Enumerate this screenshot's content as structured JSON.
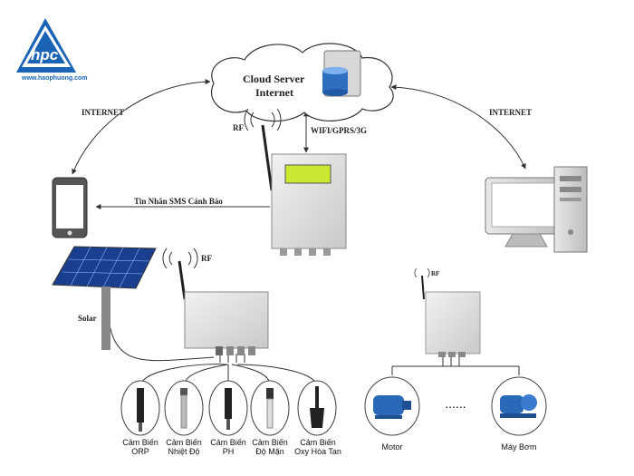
{
  "logo": {
    "mark": "hpc",
    "url": "www.haophuong.com",
    "color": "#1b64b5"
  },
  "cloud": {
    "line1": "Cloud Server",
    "line2": "Internet"
  },
  "links": {
    "internet_left": "INTERNET",
    "internet_right": "INTERNET",
    "wifi": "WIFI/GPRS/3G",
    "rf_main": "RF",
    "rf_node": "RF",
    "rf_pump": "RF",
    "sms": "Tin Nhắn SMS Cảnh Báo",
    "solar": "Solar"
  },
  "sensors": [
    {
      "line1": "Cảm Biến",
      "line2": "ORP"
    },
    {
      "line1": "Cảm Biến",
      "line2": "Nhiệt Độ"
    },
    {
      "line1": "Cảm Biến",
      "line2": "PH"
    },
    {
      "line1": "Cảm Biến",
      "line2": "Độ Mặn"
    },
    {
      "line1": "Cảm Biến",
      "line2": "Oxy Hòa Tan"
    }
  ],
  "pumps": {
    "motor": "Motor",
    "dots": "......",
    "pump": "Máy Bơm"
  },
  "colors": {
    "line": "#333333",
    "lcd": "#c8e832",
    "panel": "#1a3f8f",
    "motor": "#2a68b8"
  }
}
